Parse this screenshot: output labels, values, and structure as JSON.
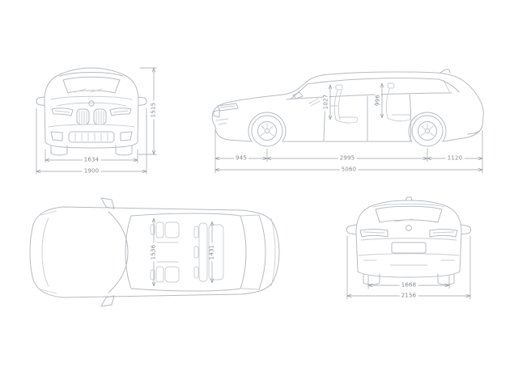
{
  "palette": {
    "background": "#ffffff",
    "body_line": "#b7bbc0",
    "detail_line": "#c9cdd1",
    "dimension_line": "#9aa0a6",
    "dimension_text": "#84888e"
  },
  "front_view": {
    "track_width": "1634",
    "overall_width": "1900",
    "overall_height": "1515"
  },
  "side_view": {
    "front_overhang": "945",
    "wheelbase": "2995",
    "rear_overhang": "1120",
    "overall_length": "5060",
    "headroom_front": "1027",
    "headroom_rear": "996"
  },
  "top_view": {
    "interior_width_front": "1536",
    "interior_width_rear": "1431"
  },
  "rear_view": {
    "rear_track": "1668",
    "width_incl_mirrors": "2156"
  }
}
